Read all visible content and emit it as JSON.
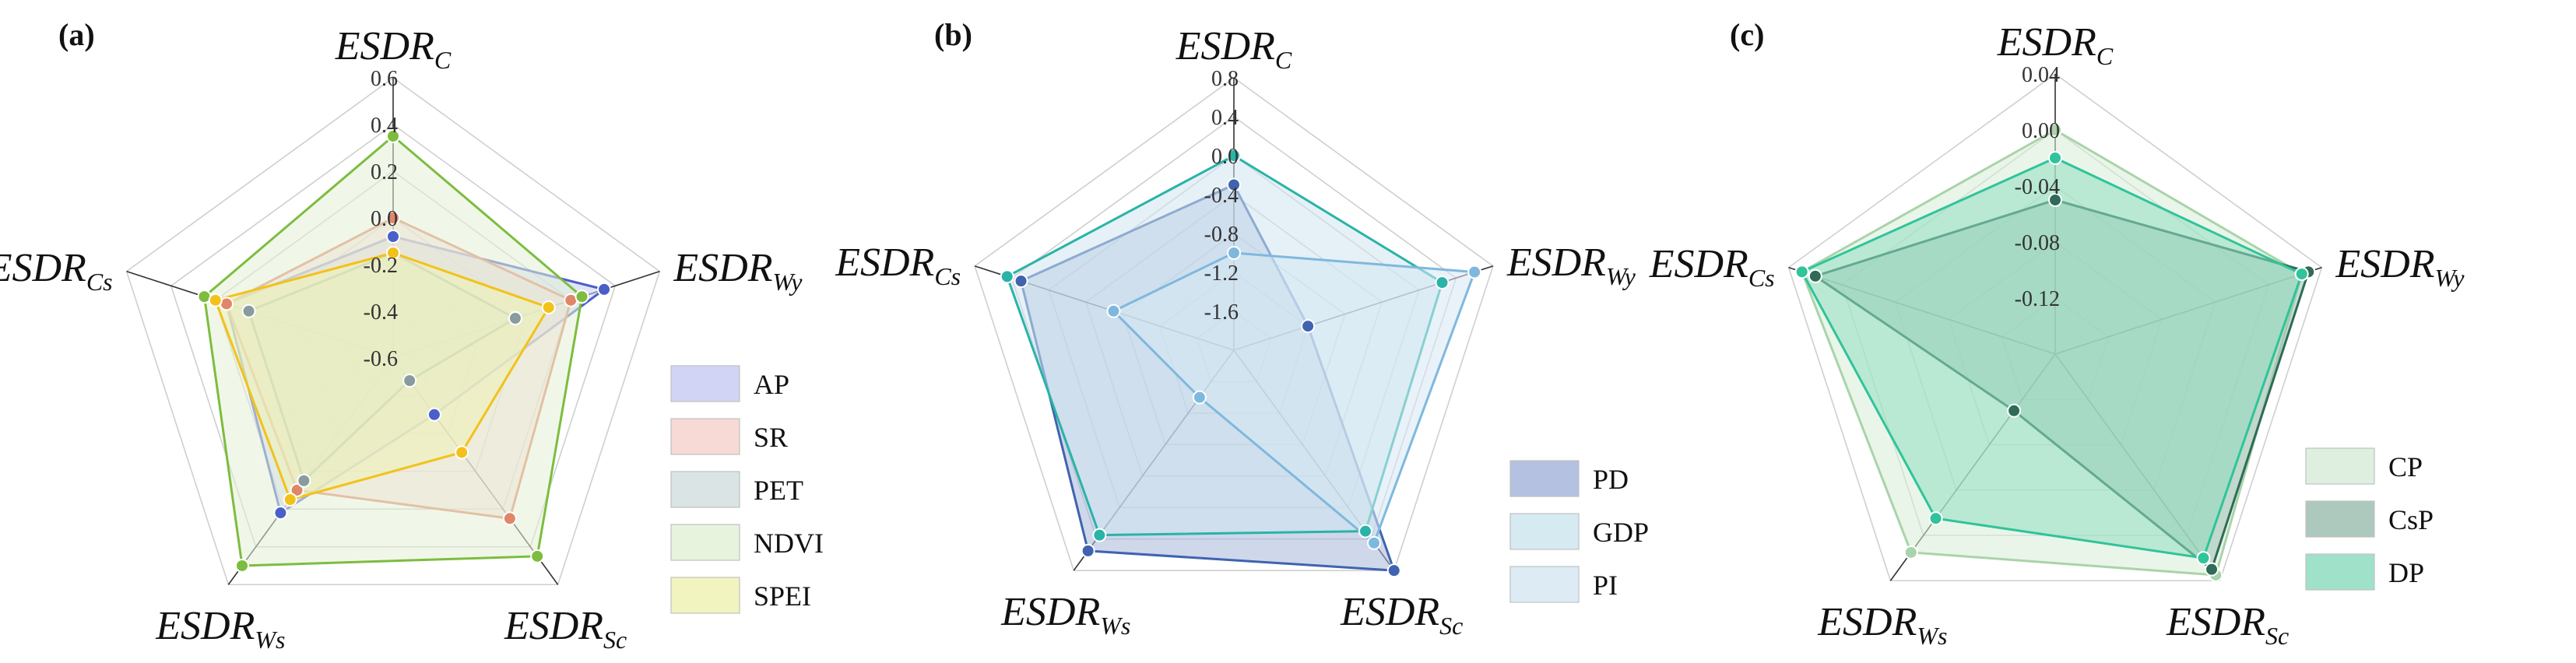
{
  "chart_data": [
    {
      "type": "radar",
      "panel_label": "(a)",
      "axes": [
        {
          "main": "ESDR",
          "sub": "C"
        },
        {
          "main": "ESDR",
          "sub": "Wy"
        },
        {
          "main": "ESDR",
          "sub": "Sc"
        },
        {
          "main": "ESDR",
          "sub": "Ws"
        },
        {
          "main": "ESDR",
          "sub": "Cs"
        }
      ],
      "radial_range": [
        -0.6,
        0.6
      ],
      "radial_ticks": [
        "0.6",
        "0.4",
        "0.2",
        "0.0",
        "-0.2",
        "-0.4",
        "-0.6"
      ],
      "radial_tick_values": [
        0.6,
        0.4,
        0.2,
        0.0,
        -0.2,
        -0.4,
        -0.6
      ],
      "grid": true,
      "legend_position": "bottom-right",
      "series": [
        {
          "name": "AP",
          "color": "#4a5fc9",
          "fill": "#c9ccf3",
          "values": [
            -0.08,
            0.35,
            -0.3,
            0.22,
            0.15
          ]
        },
        {
          "name": "SR",
          "color": "#e0876a",
          "fill": "#f6d3ce",
          "values": [
            0.0,
            0.2,
            0.25,
            0.1,
            0.15
          ]
        },
        {
          "name": "PET",
          "color": "#889ca0",
          "fill": "#d4dfdf",
          "values": [
            -0.15,
            -0.05,
            -0.48,
            0.05,
            0.05
          ]
        },
        {
          "name": "NDVI",
          "color": "#7cbd3f",
          "fill": "#e3f1d6",
          "values": [
            0.35,
            0.25,
            0.45,
            0.5,
            0.25
          ]
        },
        {
          "name": "SPEI",
          "color": "#f2c21a",
          "fill": "#eef2b4",
          "values": [
            -0.15,
            0.1,
            -0.1,
            0.15,
            0.2
          ]
        }
      ]
    },
    {
      "type": "radar",
      "panel_label": "(b)",
      "axes": [
        {
          "main": "ESDR",
          "sub": "C"
        },
        {
          "main": "ESDR",
          "sub": "Wy"
        },
        {
          "main": "ESDR",
          "sub": "Sc"
        },
        {
          "main": "ESDR",
          "sub": "Ws"
        },
        {
          "main": "ESDR",
          "sub": "Cs"
        }
      ],
      "radial_range": [
        -2.0,
        0.8
      ],
      "radial_ticks": [
        "0.8",
        "0.4",
        "0.0",
        "-0.4",
        "-0.8",
        "-1.2",
        "-1.6"
      ],
      "radial_tick_values": [
        0.8,
        0.4,
        0.0,
        -0.4,
        -0.8,
        -1.2,
        -1.6
      ],
      "grid": true,
      "legend_position": "bottom-right",
      "series": [
        {
          "name": "PD",
          "color": "#3f63b0",
          "fill": "#a8b6da",
          "values": [
            -0.3,
            -1.2,
            0.8,
            0.55,
            0.3
          ]
        },
        {
          "name": "GDP",
          "color": "#2ab3a8",
          "fill": "#cfe6ee",
          "values": [
            0.0,
            0.25,
            0.3,
            0.35,
            0.45
          ]
        },
        {
          "name": "PI",
          "color": "#7fb8de",
          "fill": "#d6e8f2",
          "values": [
            -1.0,
            0.6,
            0.45,
            -1.4,
            -0.7
          ]
        }
      ]
    },
    {
      "type": "radar",
      "panel_label": "(c)",
      "axes": [
        {
          "main": "ESDR",
          "sub": "C"
        },
        {
          "main": "ESDR",
          "sub": "Wy"
        },
        {
          "main": "ESDR",
          "sub": "Sc"
        },
        {
          "main": "ESDR",
          "sub": "Ws"
        },
        {
          "main": "ESDR",
          "sub": "Cs"
        }
      ],
      "radial_range": [
        -0.16,
        0.04
      ],
      "radial_ticks": [
        "0.04",
        "0.00",
        "-0.04",
        "-0.08",
        "-0.12"
      ],
      "radial_tick_values": [
        0.04,
        0.0,
        -0.04,
        -0.08,
        -0.12
      ],
      "grid": true,
      "legend_position": "bottom-right",
      "series": [
        {
          "name": "CP",
          "color": "#a9d4a9",
          "fill": "#d8ecd9",
          "values": [
            0.0,
            0.025,
            0.035,
            0.015,
            0.03
          ]
        },
        {
          "name": "CsP",
          "color": "#2f6b58",
          "fill": "#9fbfb2",
          "values": [
            -0.05,
            0.03,
            0.03,
            -0.11,
            0.02
          ]
        },
        {
          "name": "DP",
          "color": "#2fc49a",
          "fill": "#8fdcc0",
          "values": [
            -0.02,
            0.025,
            0.02,
            -0.015,
            0.03
          ]
        }
      ]
    }
  ]
}
